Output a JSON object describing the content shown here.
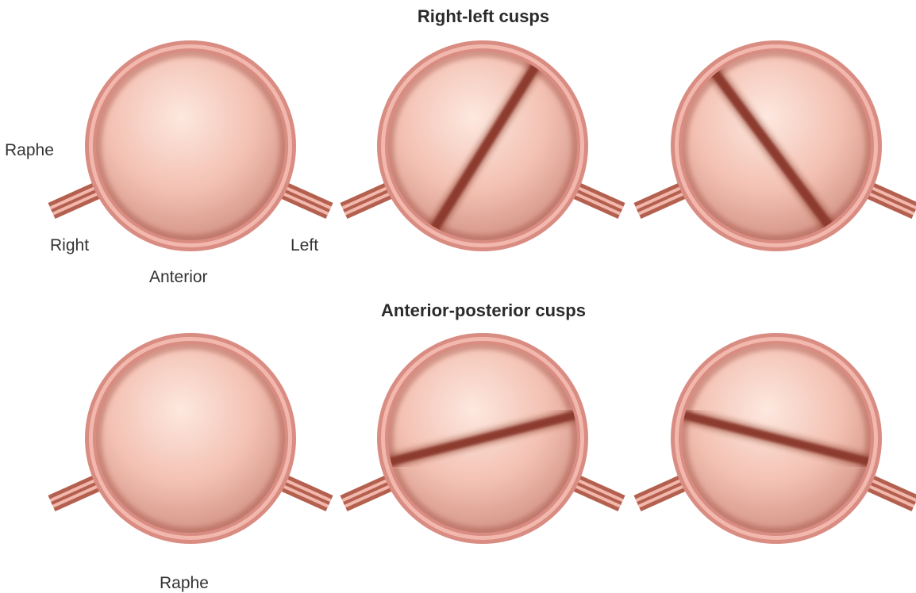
{
  "sections": {
    "top": {
      "title": "Right-left cusps"
    },
    "bottom": {
      "title": "Anterior-posterior cusps"
    }
  },
  "labels": {
    "raphe_top": "Raphe",
    "right": "Right",
    "anterior": "Anterior",
    "left": "Left",
    "raphe_bottom": "Raphe"
  },
  "colors": {
    "outer_rim": "#d98c82",
    "rim_highlight": "#f2b8ad",
    "cusp_base": "#f3c1b3",
    "cusp_highlight": "#fbe3da",
    "commissure": "#8c3b2e",
    "vessel": "#b4604f"
  },
  "valves": [
    {
      "id": "top-1",
      "row": "top",
      "variant": "raphe-right-left"
    },
    {
      "id": "top-2",
      "row": "top",
      "variant": "diagonal-ascending"
    },
    {
      "id": "top-3",
      "row": "top",
      "variant": "diagonal-descending"
    },
    {
      "id": "bottom-1",
      "row": "bottom",
      "variant": "raphe-anterior-posterior"
    },
    {
      "id": "bottom-2",
      "row": "bottom",
      "variant": "oblique-ascending"
    },
    {
      "id": "bottom-3",
      "row": "bottom",
      "variant": "oblique-descending"
    }
  ]
}
